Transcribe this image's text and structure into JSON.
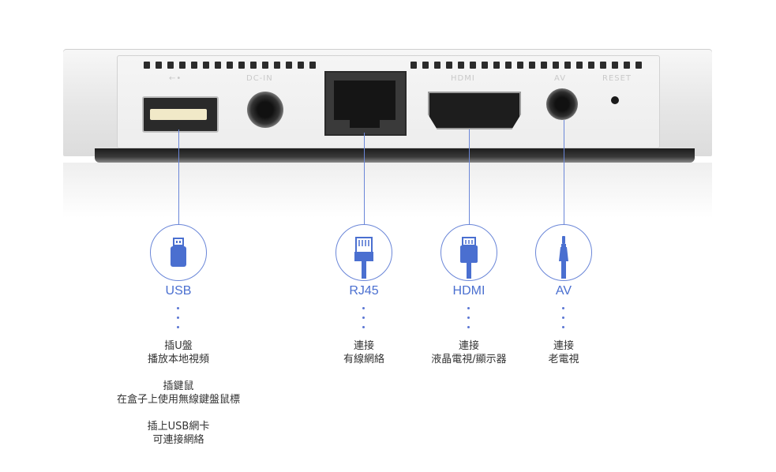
{
  "device": {
    "port_labels": {
      "usb": "←•",
      "dc": "DC-IN",
      "rj45": "",
      "hdmi": "HDMI",
      "av": "AV",
      "reset": "RESET"
    }
  },
  "callouts": [
    {
      "id": "usb",
      "title": "USB",
      "icon": "usb-drive-icon",
      "lines": [
        "插U盤",
        "播放本地視頻",
        "",
        "插鍵鼠",
        "在盒子上使用無線鍵盤鼠標",
        "",
        "插上USB網卡",
        "可連接網絡"
      ]
    },
    {
      "id": "rj45",
      "title": "RJ45",
      "icon": "ethernet-plug-icon",
      "lines": [
        "連接",
        "有線網絡"
      ]
    },
    {
      "id": "hdmi",
      "title": "HDMI",
      "icon": "hdmi-plug-icon",
      "lines": [
        "連接",
        "液晶電視/顯示器"
      ]
    },
    {
      "id": "av",
      "title": "AV",
      "icon": "av-jack-icon",
      "lines": [
        "連接",
        "老電視"
      ]
    }
  ],
  "colors": {
    "accent": "#4a6fd0",
    "line": "#6a86d8",
    "text": "#333333"
  }
}
